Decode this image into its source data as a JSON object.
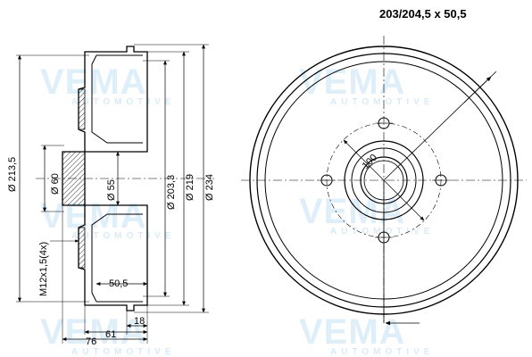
{
  "title": "203/204,5 x 50,5",
  "dimensions": {
    "d213_5": "Ø 213,5",
    "d60": "Ø 60",
    "d55": "Ø 55",
    "d203_3": "Ø 203,3",
    "d219": "Ø 219",
    "d234": "Ø 234",
    "thread": "M12x1,5(4x)",
    "w50_5": "50,5",
    "w18": "18",
    "w61": "61",
    "w76": "76",
    "pcd100": "100"
  },
  "watermark": {
    "brand": "VEMA",
    "sub": "AUTOMOTIVE",
    "color": "#3aa0dc"
  }
}
